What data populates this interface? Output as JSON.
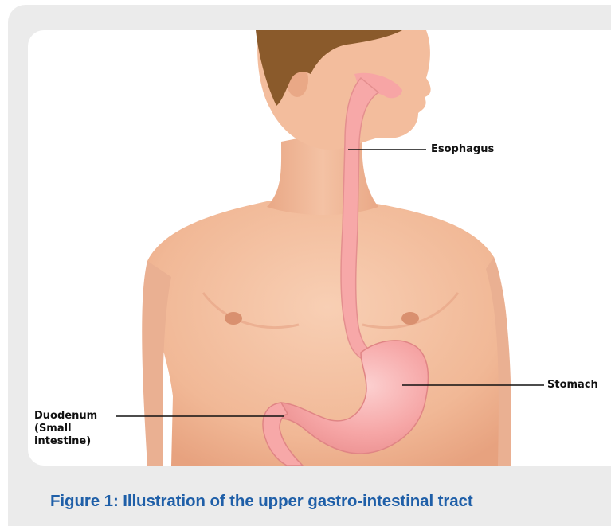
{
  "figure": {
    "labels": {
      "esophagus": "Esophagus",
      "stomach": "Stomach",
      "duodenum_line1": "Duodenum",
      "duodenum_line2": "(Small",
      "duodenum_line3": "intestine)"
    },
    "caption": "Figure 1: Illustration of the upper gastro-intestinal tract"
  },
  "colors": {
    "caption": "#1f5fa8",
    "skin": "#f3bfa0",
    "organ": "#f7a8a8",
    "hair": "#8a5a2b",
    "frame": "#ebebeb"
  }
}
